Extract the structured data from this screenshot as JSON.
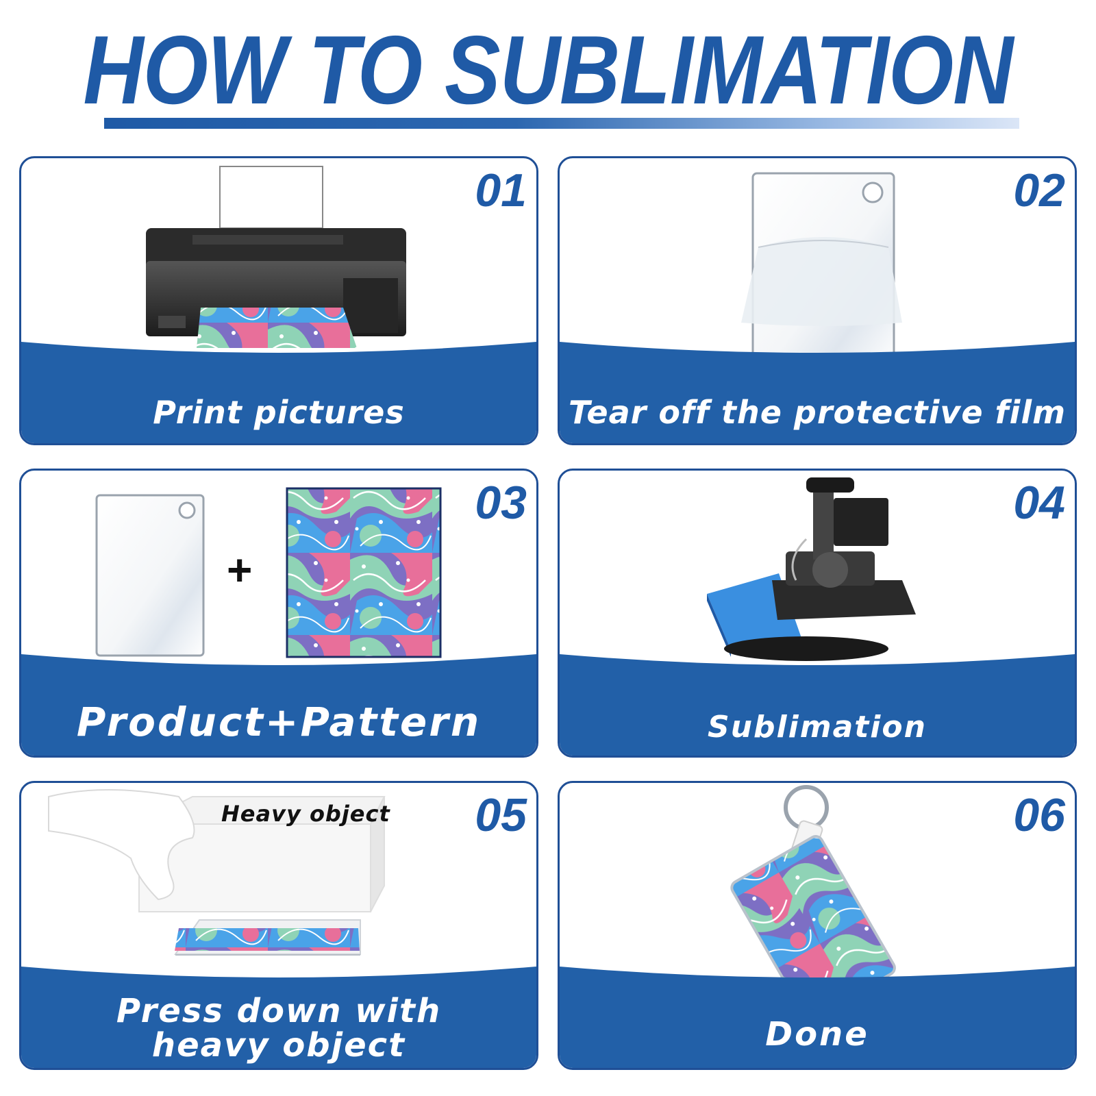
{
  "header": {
    "title": "HOW TO SUBLIMATION"
  },
  "colors": {
    "brand_blue": "#1f5aa6",
    "band_blue": "#2260a8",
    "border_blue": "#1f4f96"
  },
  "steps": [
    {
      "number": "01",
      "caption": "Print pictures",
      "icon": "printer-icon"
    },
    {
      "number": "02",
      "caption": "Tear off the protective film",
      "icon": "acrylic-blank-icon"
    },
    {
      "number": "03",
      "caption": "Product+Pattern",
      "icon": "blank-plus-pattern-icon",
      "plus": "+"
    },
    {
      "number": "04",
      "caption": "Sublimation",
      "icon": "heat-press-icon"
    },
    {
      "number": "05",
      "caption_line1": "Press down with",
      "caption_line2": "heavy object",
      "label": "Heavy object",
      "icon": "heavy-object-icon"
    },
    {
      "number": "06",
      "caption": "Done",
      "icon": "keychain-icon"
    }
  ]
}
